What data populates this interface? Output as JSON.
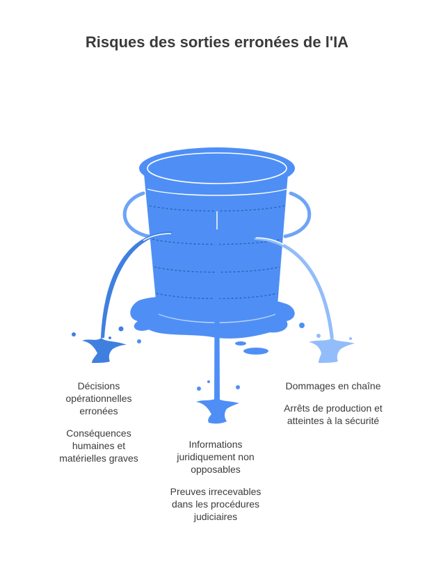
{
  "title": "Risques des sorties erronées de l'IA",
  "colors": {
    "bucket": "#4f8ff5",
    "bucket_light": "#6ea4f7",
    "left_stream": "#3f7fe0",
    "center_stream": "#4f8ff5",
    "right_stream": "#93bdfa"
  },
  "outcomes": [
    {
      "heading": "Décisions opérationnelles erronées",
      "detail": "Conséquences humaines et matérielles graves"
    },
    {
      "heading": "Informations juridiquement non opposables",
      "detail": "Preuves irrecevables dans les procédures judiciaires"
    },
    {
      "heading": "Dommages en chaîne",
      "detail": "Arrêts de production et atteintes à la sécurité"
    }
  ]
}
